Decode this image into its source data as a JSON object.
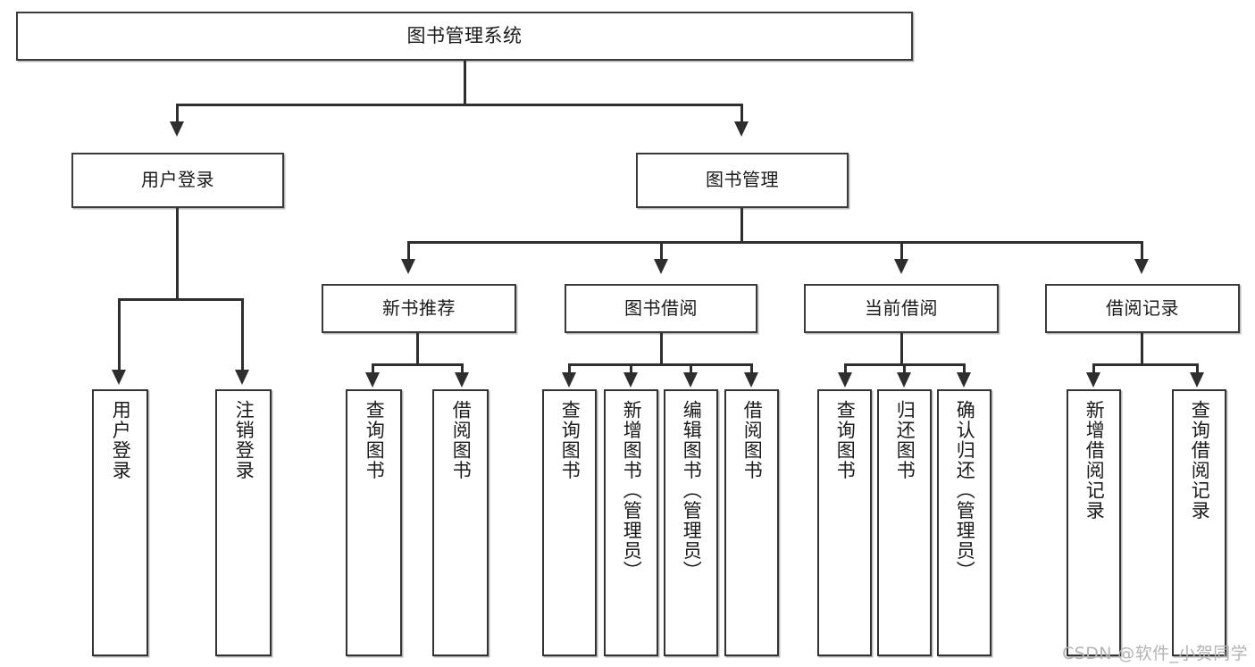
{
  "diagram": {
    "title": "图书管理系统",
    "type": "功能结构图",
    "watermark": "CSDN @软件_小贺同学"
  },
  "nodes": {
    "root": {
      "label": "图书管理系统"
    },
    "level2": [
      {
        "id": "user-login",
        "label": "用户登录"
      },
      {
        "id": "book-management",
        "label": "图书管理"
      }
    ],
    "level3": [
      {
        "id": "new-book-recommend",
        "label": "新书推荐"
      },
      {
        "id": "book-borrow",
        "label": "图书借阅"
      },
      {
        "id": "current-borrow",
        "label": "当前借阅"
      },
      {
        "id": "borrow-record",
        "label": "借阅记录"
      }
    ],
    "leaves": {
      "user_login": [
        {
          "id": "leaf-user-login",
          "label": "用户登录"
        },
        {
          "id": "leaf-logout-login",
          "label": "注销登录"
        }
      ],
      "new_book_recommend": [
        {
          "id": "leaf-query-book-1",
          "label": "查询图书"
        },
        {
          "id": "leaf-borrow-book-1",
          "label": "借阅图书"
        }
      ],
      "book_borrow": [
        {
          "id": "leaf-query-book-2",
          "label": "查询图书"
        },
        {
          "id": "leaf-add-book",
          "label": "新增图书（管理员）"
        },
        {
          "id": "leaf-edit-book",
          "label": "编辑图书（管理员）"
        },
        {
          "id": "leaf-borrow-book-2",
          "label": "借阅图书"
        }
      ],
      "current_borrow": [
        {
          "id": "leaf-query-book-3",
          "label": "查询图书"
        },
        {
          "id": "leaf-return-book",
          "label": "归还图书"
        },
        {
          "id": "leaf-confirm-return",
          "label": "确认归还（管理员）"
        }
      ],
      "borrow_record": [
        {
          "id": "leaf-add-record",
          "label": "新增借阅记录"
        },
        {
          "id": "leaf-query-record",
          "label": "查询借阅记录"
        }
      ]
    }
  },
  "colors": {
    "background": "#ffffff",
    "box_border": "#3a3a3a",
    "connector": "#2e2e2e",
    "text": "#1a1a1a",
    "watermark": "#b4b4b4"
  }
}
